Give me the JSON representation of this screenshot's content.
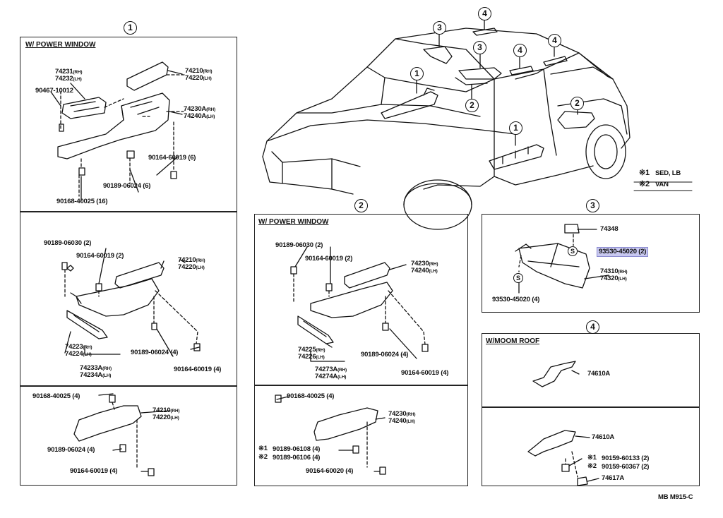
{
  "sections": {
    "s1": "1",
    "s2": "2",
    "s3": "3",
    "s4": "4"
  },
  "car_callouts": [
    "4",
    "3",
    "3",
    "4",
    "4",
    "1",
    "2",
    "2",
    "1"
  ],
  "notes": {
    "n1_mark": "※1",
    "n1_text": "SED, LB",
    "n2_mark": "※2",
    "n2_text": "VAN"
  },
  "panel1": {
    "title": "W/ POWER WINDOW",
    "p74231": "74231",
    "p74231s": "(RH)",
    "p74232": "74232",
    "p74232s": "(LH)",
    "p90467": "90467-10012",
    "p74210": "74210",
    "p74210s": "(RH)",
    "p74220": "74220",
    "p74220s": "(LH)",
    "p74230A": "74230A",
    "p74230As": "(RH)",
    "p74240A": "74240A",
    "p74240As": "(LH)",
    "p90164": "90164-60019 (6)",
    "p90189": "90189-06024 (6)",
    "p90168": "90168-40025 (16)"
  },
  "panel1b": {
    "p90189_06030": "90189-06030 (2)",
    "p90164_2": "90164-60019 (2)",
    "p74210": "74210",
    "p74210s": "(RH)",
    "p74220": "74220",
    "p74220s": "(LH)",
    "p74223": "74223",
    "p74223s": "(RH)",
    "p74224": "74224",
    "p74224s": "(LH)",
    "p90189_4": "90189-06024 (4)",
    "p90164_4": "90164-60019 (4)",
    "p74233A": "74233A",
    "p74233As": "(RH)",
    "p74234A": "74234A",
    "p74234As": "(LH)"
  },
  "panel1c": {
    "p90168": "90168-40025 (4)",
    "p74210": "74210",
    "p74210s": "(RH)",
    "p74220": "74220",
    "p74220s": "(LH)",
    "p90189": "90189-06024 (4)",
    "p90164": "90164-60019 (4)"
  },
  "panel2": {
    "title": "W/ POWER WINDOW",
    "p90189_06030": "90189-06030 (2)",
    "p90164_2": "90164-60019 (2)",
    "p74230": "74230",
    "p74230s": "(RH)",
    "p74240": "74240",
    "p74240s": "(LH)",
    "p74225": "74225",
    "p74225s": "(RH)",
    "p74226": "74226",
    "p74226s": "(LH)",
    "p90189_4": "90189-06024 (4)",
    "p90164_4": "90164-60019 (4)",
    "p74273A": "74273A",
    "p74273As": "(RH)",
    "p74274A": "74274A",
    "p74274As": "(LH)"
  },
  "panel2b": {
    "p90168": "90168-40025 (4)",
    "p74230": "74230",
    "p74230s": "(RH)",
    "p74240": "74240",
    "p74240s": "(LH)",
    "m1": "※1",
    "p90189_06108": "90189-06108 (4)",
    "m2": "※2",
    "p90189_06106": "90189-06106 (4)",
    "p90164_60020": "90164-60020 (4)"
  },
  "panel3": {
    "p74348": "74348",
    "s_mark": "S",
    "p93530_45020": "93530-45020 (2)",
    "p74310": "74310",
    "p74310s": "(RH)",
    "p74320": "74320",
    "p74320s": "(LH)",
    "p93530_bottom": "93530-45020 (4)"
  },
  "panel4": {
    "title": "W/MOOM ROOF",
    "p74610A_1": "74610A",
    "p74610A_2": "74610A",
    "m1": "※1",
    "p90159_60133": "90159-60133 (2)",
    "m2": "※2",
    "p90159_60367": "90159-60367 (2)",
    "p74617A": "74617A"
  },
  "footer": "MB M915-C",
  "colors": {
    "highlight": "#c8c8f0",
    "ink": "#111111"
  }
}
